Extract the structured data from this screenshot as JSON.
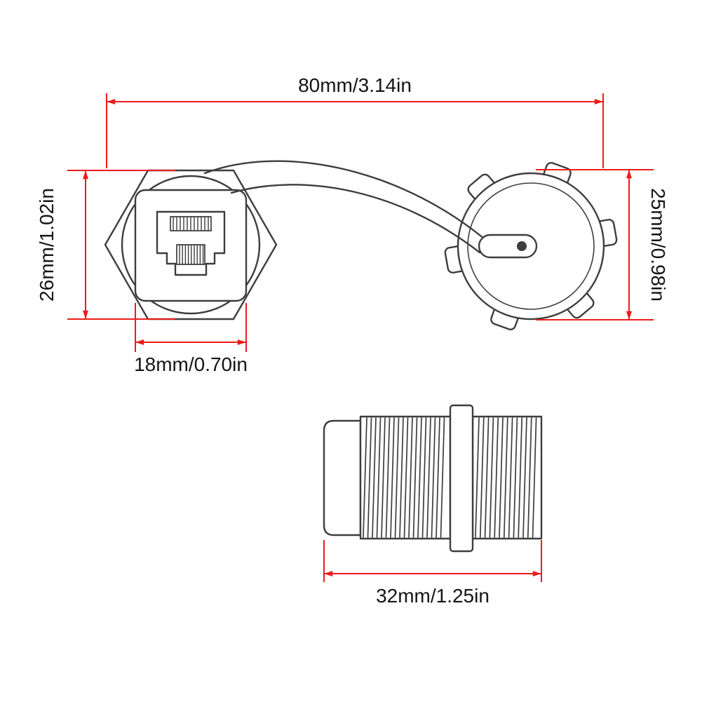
{
  "dimensions": {
    "overall_width": "80mm/3.14in",
    "flange_height": "26mm/1.02in",
    "cap_height": "25mm/0.98in",
    "port_width": "18mm/0.70in",
    "coupler_length": "32mm/1.25in"
  },
  "colors": {
    "dimension_line": "#ee1b1b",
    "drawing_line": "#3d3d3d",
    "text": "#141414",
    "background": "#ffffff"
  }
}
